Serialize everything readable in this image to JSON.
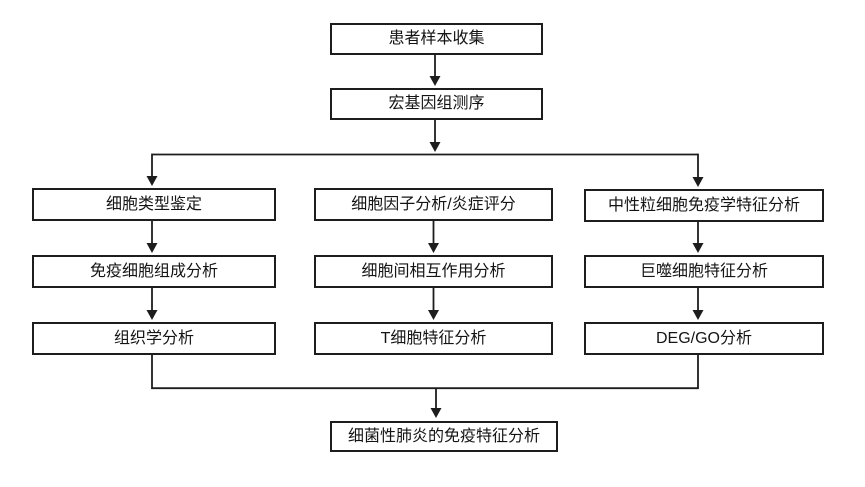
{
  "diagram": {
    "type": "flowchart",
    "background_color": "#ffffff",
    "line_color": "#1d1d1d",
    "box_fill": "#ffffff",
    "nodes": {
      "patient_sample_collection": "患者样本收集",
      "metagenomic_sequencing": "宏基因组测序",
      "cell_type_identification": "细胞类型鉴定",
      "immune_cell_composition_analysis": "免疫细胞组成分析",
      "histology_analysis": "组织学分析",
      "cytokine_analysis_inflammation_score": "细胞因子分析/炎症评分",
      "cell_cell_interaction_analysis": "细胞间相互作用分析",
      "t_cell_signature_analysis": "T细胞特征分析",
      "neutrophil_immunology_signature_analysis": "中性粒细胞免疫学特征分析",
      "macrophage_signature_analysis": "巨噬细胞特征分析",
      "deg_go_analysis": "DEG/GO分析",
      "bacterial_pneumonia_immune_signature_analysis": "细菌性肺炎的免疫特征分析"
    },
    "edges": [
      {
        "from": "patient_sample_collection",
        "to": "metagenomic_sequencing"
      },
      {
        "from": "metagenomic_sequencing",
        "to": "cell_type_identification"
      },
      {
        "from": "metagenomic_sequencing",
        "to": "cytokine_analysis_inflammation_score"
      },
      {
        "from": "metagenomic_sequencing",
        "to": "neutrophil_immunology_signature_analysis"
      },
      {
        "from": "cell_type_identification",
        "to": "immune_cell_composition_analysis"
      },
      {
        "from": "immune_cell_composition_analysis",
        "to": "histology_analysis"
      },
      {
        "from": "cytokine_analysis_inflammation_score",
        "to": "cell_cell_interaction_analysis"
      },
      {
        "from": "cell_cell_interaction_analysis",
        "to": "t_cell_signature_analysis"
      },
      {
        "from": "neutrophil_immunology_signature_analysis",
        "to": "macrophage_signature_analysis"
      },
      {
        "from": "macrophage_signature_analysis",
        "to": "deg_go_analysis"
      },
      {
        "from": "histology_analysis",
        "to": "bacterial_pneumonia_immune_signature_analysis"
      },
      {
        "from": "t_cell_signature_analysis",
        "to": "bacterial_pneumonia_immune_signature_analysis"
      },
      {
        "from": "deg_go_analysis",
        "to": "bacterial_pneumonia_immune_signature_analysis"
      }
    ]
  }
}
